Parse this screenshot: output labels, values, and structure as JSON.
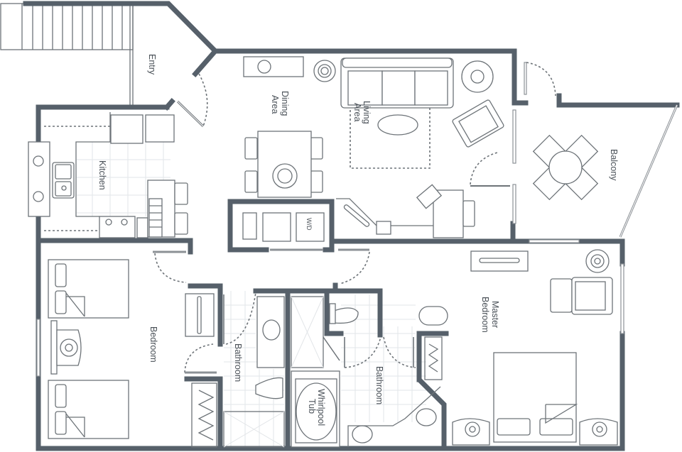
{
  "diagram": {
    "type": "floor-plan",
    "colors": {
      "wall": "#56606a",
      "fixture_stroke": "#6d7378",
      "background": "#ffffff",
      "tile_grid": "#e2e5e8"
    },
    "rooms": [
      {
        "id": "entry",
        "label": "Entry"
      },
      {
        "id": "dining",
        "label_line1": "Dining",
        "label_line2": "Area"
      },
      {
        "id": "living",
        "label_line1": "Living",
        "label_line2": "Area"
      },
      {
        "id": "balcony",
        "label": "Balcony"
      },
      {
        "id": "kitchen",
        "label": "Kitchen"
      },
      {
        "id": "laundry",
        "label": "W/D"
      },
      {
        "id": "bedroom",
        "label": "Bedroom"
      },
      {
        "id": "bathroom1",
        "label": "Bathroom"
      },
      {
        "id": "bathroom2",
        "label": "Bathroom"
      },
      {
        "id": "tub",
        "label_line1": "Whirlpool",
        "label_line2": "Tub"
      },
      {
        "id": "master",
        "label_line1": "Master",
        "label_line2": "Bedroom"
      }
    ]
  }
}
